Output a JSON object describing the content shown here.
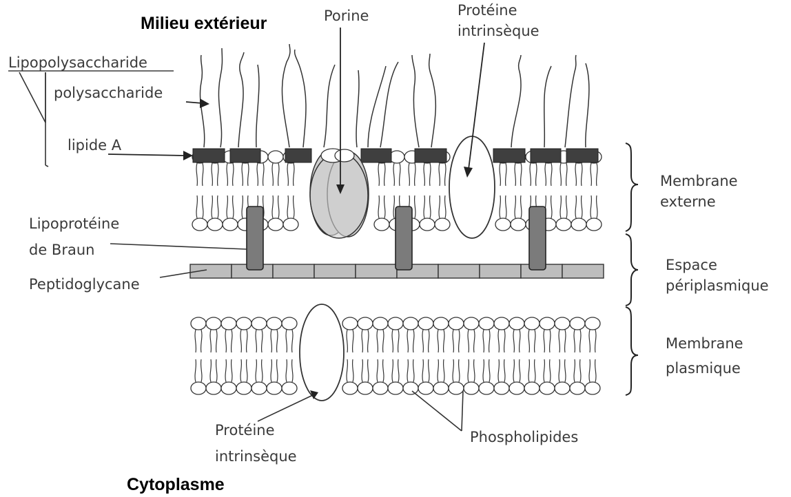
{
  "labels": {
    "milieu_exterieur": "Milieu extérieur",
    "cytoplasme": "Cytoplasme",
    "porine": "Porine",
    "proteine_top": "Protéine",
    "intrinseque_top": "intrinsèque",
    "lipopolysaccharide": "Lipopolysaccharide",
    "polysaccharide": "polysaccharide",
    "lipide_a": "lipide A",
    "lipoproteine": "Lipoprotéine",
    "de_braun": "de Braun",
    "peptidoglycane": "Peptidoglycane",
    "proteine_bottom": "Protéine",
    "intrinseque_bottom": "intrinsèque",
    "phospholipides": "Phospholipides",
    "membrane": "Membrane",
    "externe": "externe",
    "espace": "Espace",
    "periplasmique": "périplasmique",
    "membrane2": "Membrane",
    "plasmique": "plasmique"
  },
  "colors": {
    "lipid_a": "#3f3f3f",
    "peptidoglycan": "#bdbdbd",
    "braun_lipoprotein": "#7b7b7b",
    "porin": "#cfcfcf"
  }
}
